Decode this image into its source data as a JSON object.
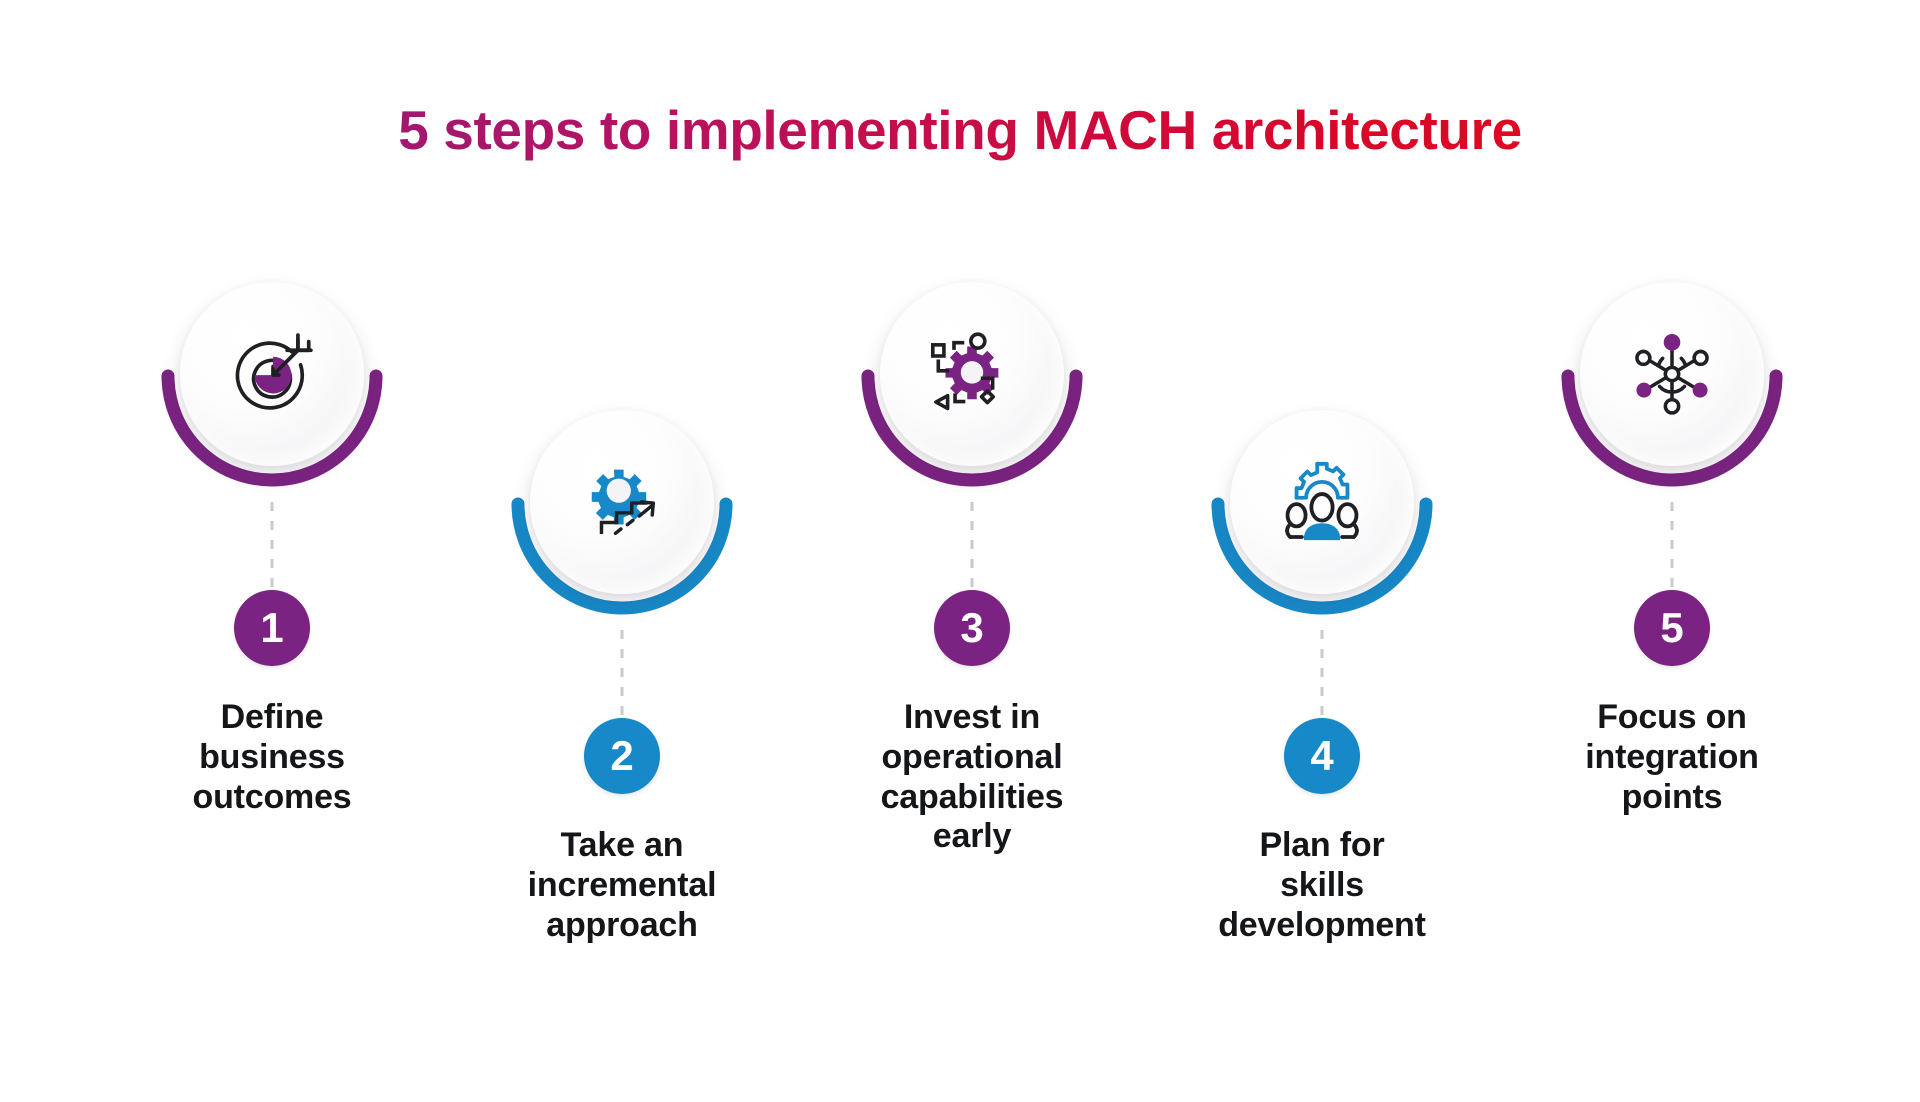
{
  "header": {
    "title": "5 steps to implementing MACH architecture",
    "title_gradient_start": "#7b2382",
    "title_gradient_end": "#de0b1c"
  },
  "theme": {
    "purple": "#7b2382",
    "blue": "#1789c8",
    "dark": "#1f2024",
    "connector": "#c9c9d2",
    "label_color": "#15161a",
    "background": "#ffffff"
  },
  "steps": [
    {
      "number": "1",
      "label": "Define\nbusiness\noutcomes",
      "color": "#7b2382",
      "icon": "target-arrow-icon",
      "accent": "purple",
      "tier": "high"
    },
    {
      "number": "2",
      "label": "Take an\nincremental\napproach",
      "color": "#1789c8",
      "icon": "gear-growth-stairs-icon",
      "accent": "blue",
      "tier": "low"
    },
    {
      "number": "3",
      "label": "Invest in\noperational\ncapabilities\nearly",
      "color": "#7b2382",
      "icon": "gear-modules-icon",
      "accent": "purple",
      "tier": "high"
    },
    {
      "number": "4",
      "label": "Plan for\nskills\ndevelopment",
      "color": "#1789c8",
      "icon": "team-skills-gear-icon",
      "accent": "blue",
      "tier": "low"
    },
    {
      "number": "5",
      "label": "Focus on\nintegration\npoints",
      "color": "#7b2382",
      "icon": "network-nodes-icon",
      "accent": "purple",
      "tier": "high"
    }
  ]
}
